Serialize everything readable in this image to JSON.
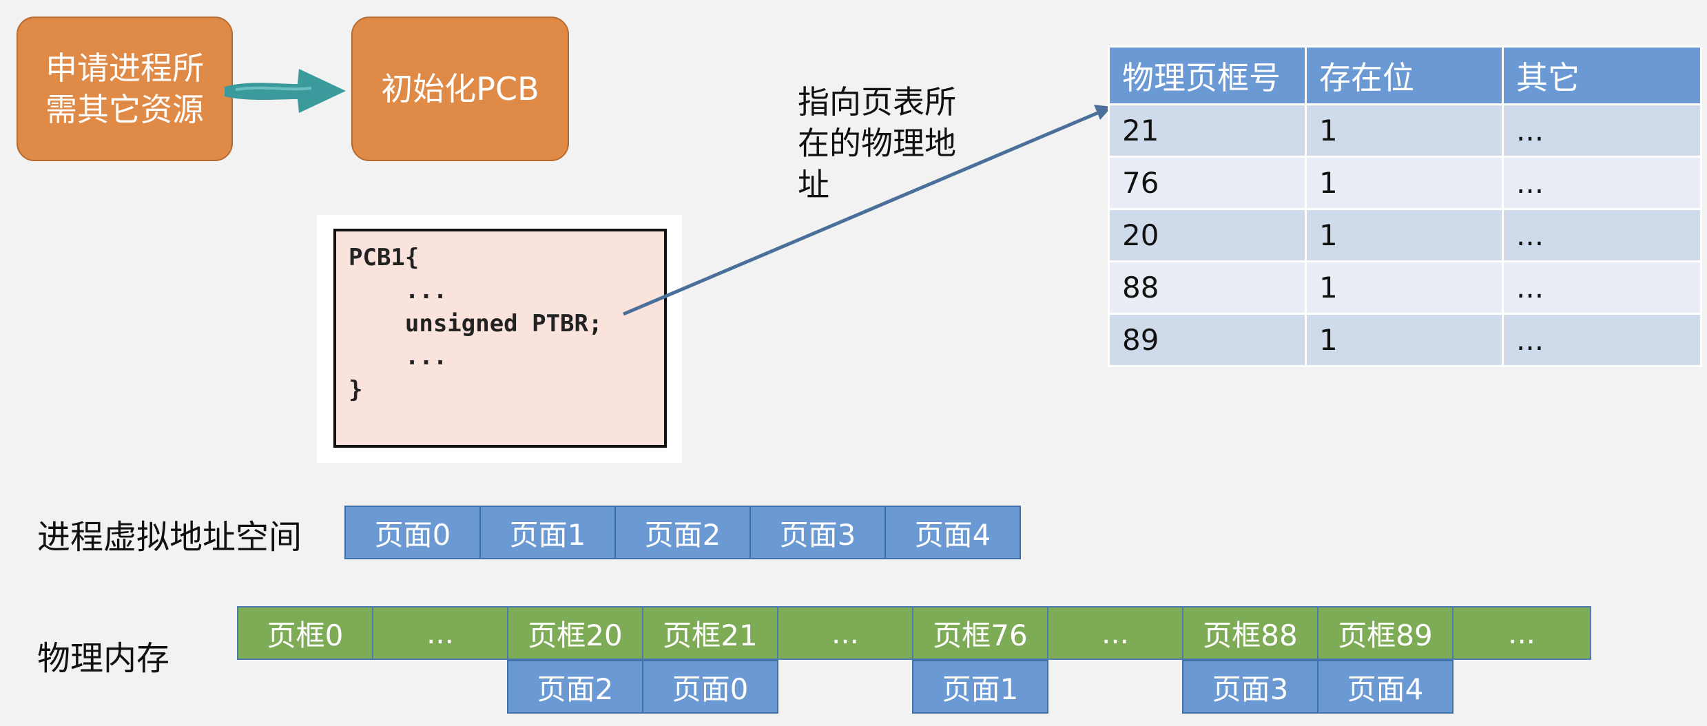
{
  "steps": {
    "step1": "申请进程所\n需其它资源",
    "step2": "初始化PCB"
  },
  "pcb": {
    "lines": "PCB1{\n    ...\n    unsigned PTBR;\n    ...\n}"
  },
  "arrow_label": "指向页表所\n在的物理地\n址",
  "page_table": {
    "headers": [
      "物理页框号",
      "存在位",
      "其它"
    ],
    "rows": [
      [
        "21",
        "1",
        "..."
      ],
      [
        "76",
        "1",
        "..."
      ],
      [
        "20",
        "1",
        "..."
      ],
      [
        "88",
        "1",
        "..."
      ],
      [
        "89",
        "1",
        "..."
      ]
    ]
  },
  "virtual_space": {
    "label": "进程虚拟地址空间",
    "pages": [
      "页面0",
      "页面1",
      "页面2",
      "页面3",
      "页面4"
    ]
  },
  "physical_memory": {
    "label": "物理内存",
    "frames": [
      "页框0",
      "...",
      "页框20",
      "页框21",
      "...",
      "页框76",
      "...",
      "页框88",
      "页框89",
      "..."
    ],
    "mapped_pages": [
      "页面2",
      "页面0",
      "页面1",
      "页面3",
      "页面4"
    ]
  },
  "colors": {
    "orange": "#e08a47",
    "blue": "#6a99d3",
    "green": "#7eac56",
    "teal_arrow": "#3a9a9c",
    "pointer_arrow": "#4a6f9a"
  }
}
